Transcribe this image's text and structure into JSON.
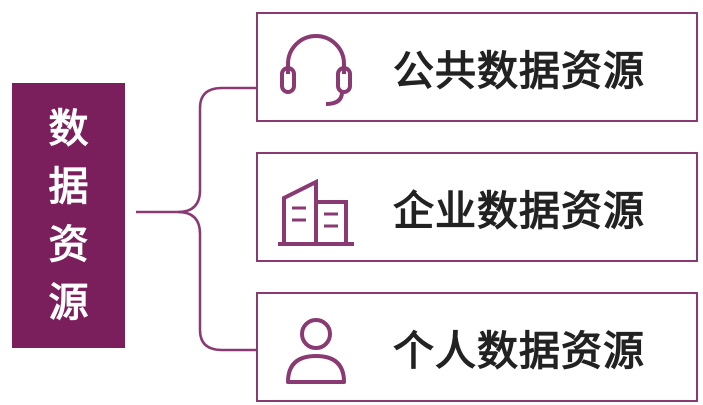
{
  "root": {
    "chars": [
      "数",
      "据",
      "资",
      "源"
    ]
  },
  "branches": [
    {
      "label": "公共数据资源",
      "icon": "headset-icon"
    },
    {
      "label": "企业数据资源",
      "icon": "building-icon"
    },
    {
      "label": "个人数据资源",
      "icon": "person-icon"
    }
  ],
  "colors": {
    "accent": "#7a1f5c",
    "border": "#8a3a72",
    "text": "#222222"
  }
}
